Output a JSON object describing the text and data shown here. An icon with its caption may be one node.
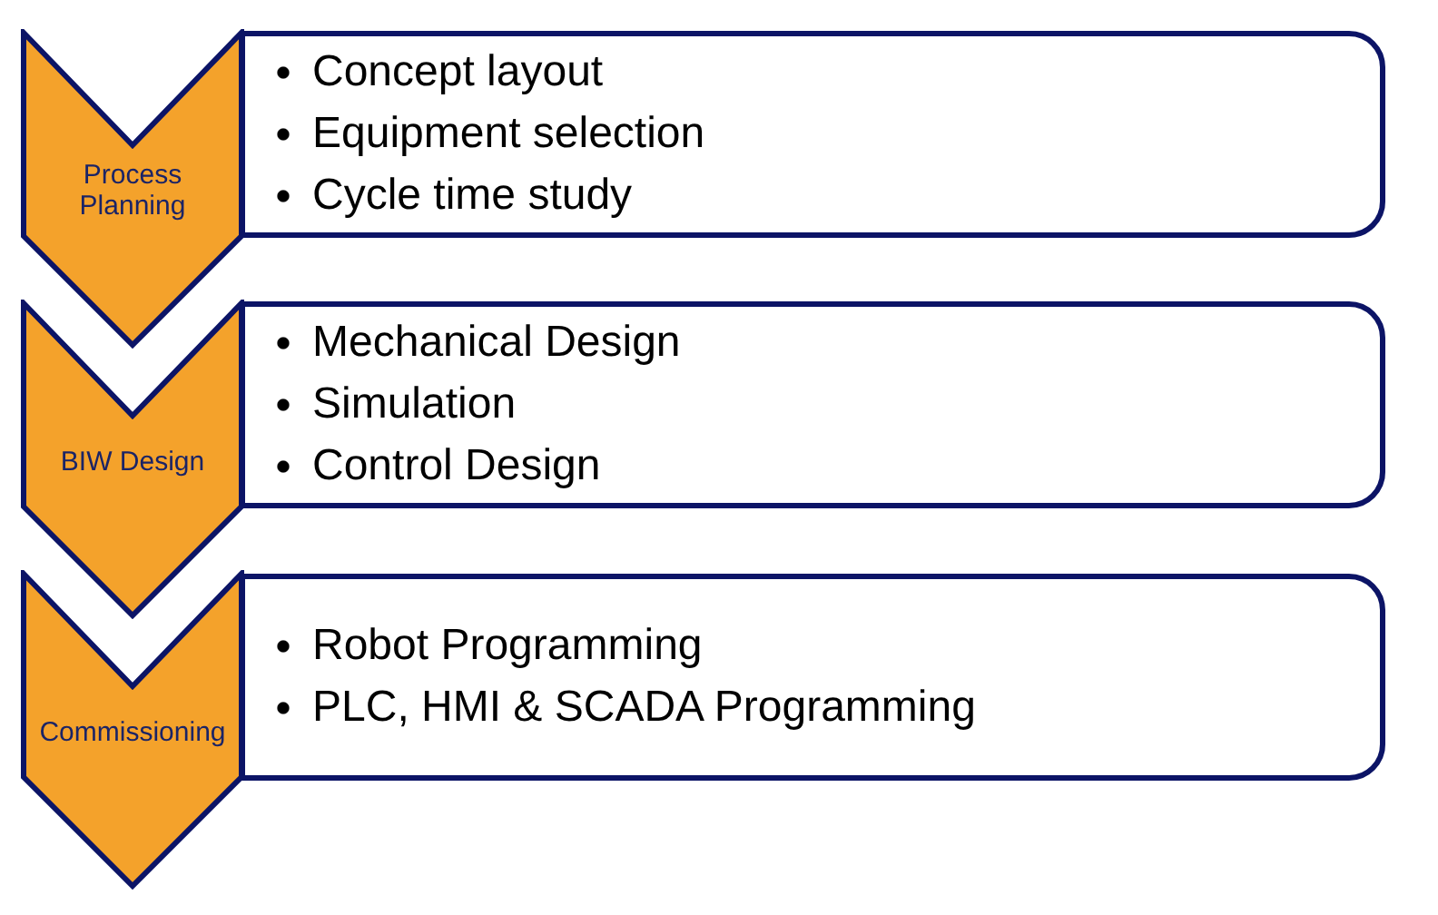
{
  "diagram": {
    "nodes": [
      {
        "text": [
          "Process Planning"
        ]
      },
      {
        "text": [
          "Concept layout",
          "Equipment selection",
          "Cycle time study"
        ]
      },
      {
        "text": [
          "BIW Design"
        ]
      },
      {
        "text": [
          "Mechanical Design",
          "Simulation",
          "Control Design"
        ]
      },
      {
        "text": [
          "Commissioning"
        ]
      },
      {
        "text": [
          "Robot Programming",
          "PLC, HMI & SCADA Programming"
        ]
      }
    ]
  }
}
